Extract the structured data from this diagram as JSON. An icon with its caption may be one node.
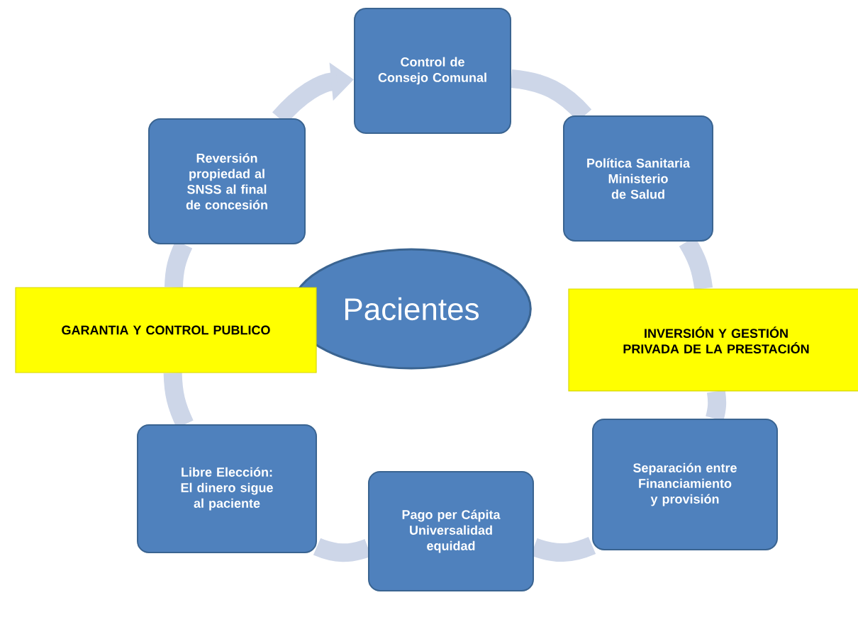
{
  "diagram": {
    "nodes": [
      {
        "text": [
          "Control de Consejo Comunal"
        ]
      },
      {
        "text": [
          "Reversión propiedad al SNSS al final de concesión"
        ]
      },
      {
        "text": [
          "Política Sanitaria Ministerio de Salud"
        ]
      },
      {
        "text": [
          "Pacientes"
        ]
      },
      {
        "text": [
          "GARANTIA Y CONTROL PUBLICO"
        ]
      },
      {
        "text": [
          "INVERSIÓN  Y GESTIÓN PRIVADA DE LA PRESTACIÓN"
        ]
      },
      {
        "text": [
          "Libre Elección: El dinero sigue al paciente"
        ]
      },
      {
        "text": [
          "Separación entre Financiamiento y provisión"
        ]
      },
      {
        "text": [
          "Pago per Cápita Universalidad equidad"
        ]
      }
    ],
    "edges": [
      {
        "from": 0,
        "to": 2,
        "arrow": "none"
      },
      {
        "from": 2,
        "to": 5,
        "arrow": "none"
      },
      {
        "from": 5,
        "to": 7,
        "arrow": "none"
      },
      {
        "from": 7,
        "to": 8,
        "arrow": "none"
      },
      {
        "from": 8,
        "to": 6,
        "arrow": "none"
      },
      {
        "from": 6,
        "to": 4,
        "arrow": "none"
      },
      {
        "from": 4,
        "to": 1,
        "arrow": "none"
      },
      {
        "from": 1,
        "to": 0,
        "arrow": "to"
      }
    ]
  }
}
